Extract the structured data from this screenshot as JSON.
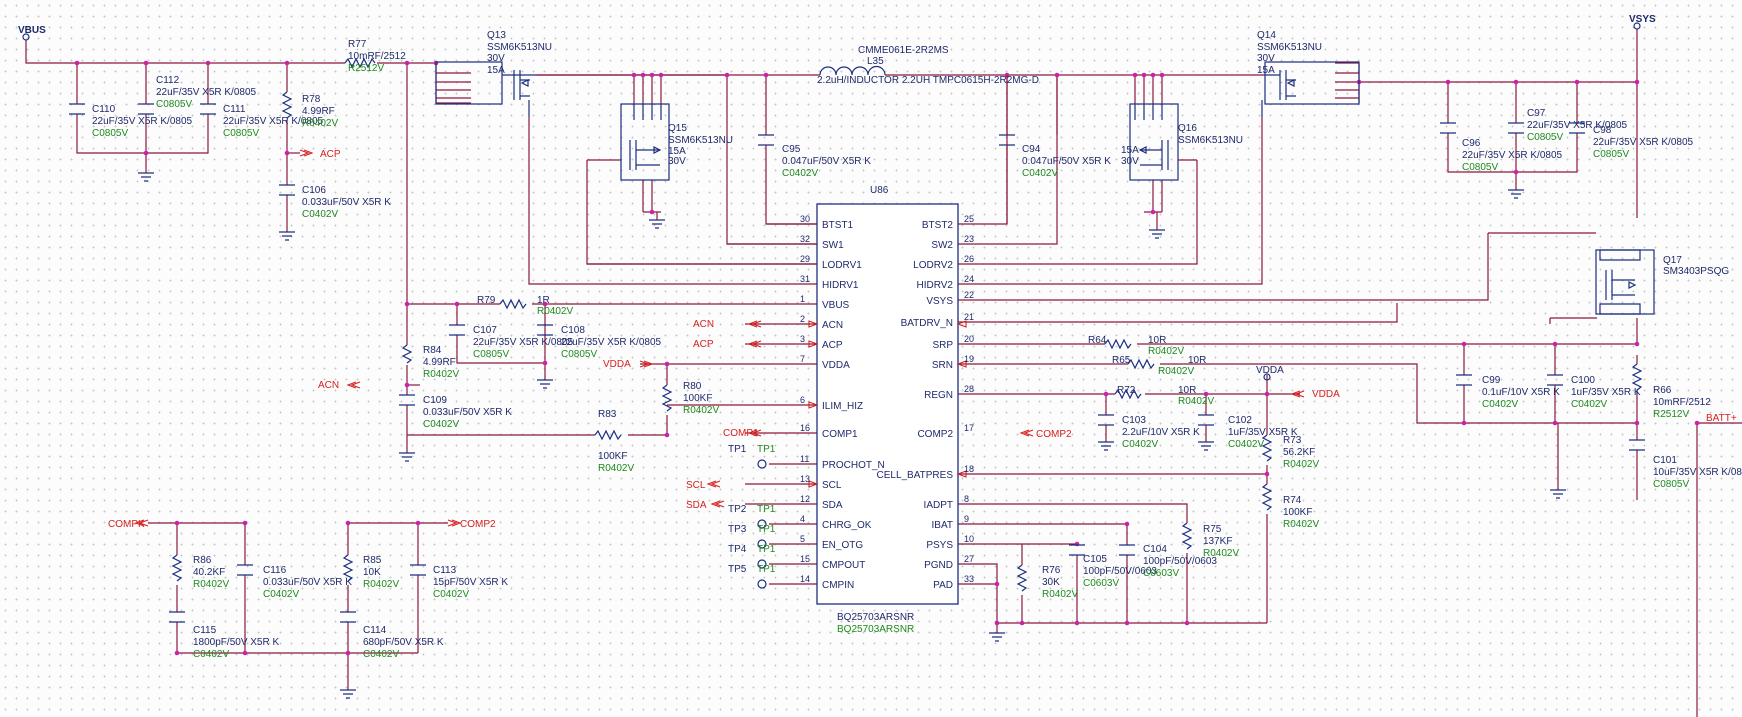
{
  "rails": {
    "vbus": "VBUS",
    "vsys": "VSYS",
    "batt": "BATT+",
    "vdda_top": "VDDA"
  },
  "nets": {
    "acp": "ACP",
    "acn": "ACN",
    "vdda": "VDDA",
    "comp1": "COMP1",
    "comp2": "COMP2",
    "scl": "SCL",
    "sda": "SDA",
    "vdda_right": "VDDA",
    "compk": "COMPK",
    "comp2_bottom": "COMP2",
    "acn_pin": "ACN",
    "acp_pin": "ACP"
  },
  "ic": {
    "ref": "U86",
    "part": "BQ25703ARSNR",
    "part2": "BQ25703ARSNR",
    "left_pins": [
      {
        "num": "30",
        "name": "BTST1"
      },
      {
        "num": "32",
        "name": "SW1"
      },
      {
        "num": "29",
        "name": "LODRV1"
      },
      {
        "num": "31",
        "name": "HIDRV1"
      },
      {
        "num": "1",
        "name": "VBUS"
      },
      {
        "num": "2",
        "name": "ACN"
      },
      {
        "num": "3",
        "name": "ACP"
      },
      {
        "num": "7",
        "name": "VDDA"
      },
      {
        "num": "6",
        "name": "ILIM_HIZ"
      },
      {
        "num": "16",
        "name": "COMP1"
      },
      {
        "num": "11",
        "name": "PROCHOT_N"
      },
      {
        "num": "13",
        "name": "SCL"
      },
      {
        "num": "12",
        "name": "SDA"
      },
      {
        "num": "4",
        "name": "CHRG_OK"
      },
      {
        "num": "5",
        "name": "EN_OTG"
      },
      {
        "num": "15",
        "name": "CMPOUT"
      },
      {
        "num": "14",
        "name": "CMPIN"
      }
    ],
    "right_pins": [
      {
        "num": "25",
        "name": "BTST2"
      },
      {
        "num": "23",
        "name": "SW2"
      },
      {
        "num": "26",
        "name": "LODRV2"
      },
      {
        "num": "24",
        "name": "HIDRV2"
      },
      {
        "num": "22",
        "name": "VSYS"
      },
      {
        "num": "21",
        "name": "BATDRV_N"
      },
      {
        "num": "20",
        "name": "SRP"
      },
      {
        "num": "19",
        "name": "SRN"
      },
      {
        "num": "28",
        "name": "REGN"
      },
      {
        "num": "17",
        "name": "COMP2"
      },
      {
        "num": "18",
        "name": "CELL_BATPRES"
      },
      {
        "num": "8",
        "name": "IADPT"
      },
      {
        "num": "9",
        "name": "IBAT"
      },
      {
        "num": "10",
        "name": "PSYS"
      },
      {
        "num": "27",
        "name": "PGND"
      },
      {
        "num": "33",
        "name": "PAD"
      }
    ]
  },
  "mosfets": {
    "q13": {
      "ref": "Q13",
      "part": "SSM6K513NU",
      "v": "30V",
      "i": "15A"
    },
    "q14": {
      "ref": "Q14",
      "part": "SSM6K513NU",
      "v": "30V",
      "i": "15A"
    },
    "q15": {
      "ref": "Q15",
      "part": "SSM6K513NU",
      "i": "15A",
      "v": "30V"
    },
    "q16": {
      "ref": "Q16",
      "part": "SSM6K513NU",
      "i": "15A",
      "v": "30V"
    },
    "q17": {
      "ref": "Q17",
      "part": "SM3403PSQG"
    }
  },
  "inductor": {
    "part": "CMME061E-2R2MS",
    "ref": "L35",
    "desc": "2.2uH/INDUCTOR 2.2UH TMPC0615H-2R2MG-D"
  },
  "parts": {
    "r77": {
      "ref": "R77",
      "val": "10mRF/2512",
      "fp": "R2512V"
    },
    "c112": {
      "ref": "C112",
      "val": "22uF/35V X5R K/0805",
      "fp": "C0805V"
    },
    "c110": {
      "ref": "C110",
      "val": "22uF/35V X5R K/0805",
      "fp": "C0805V"
    },
    "c111": {
      "ref": "C111",
      "val": "22uF/35V X5R K/0805",
      "fp": "C0805V"
    },
    "r78": {
      "ref": "R78",
      "val": "4.99RF",
      "fp": "R0402V"
    },
    "c106": {
      "ref": "C106",
      "val": "0.033uF/50V X5R K",
      "fp": "C0402V"
    },
    "c95": {
      "ref": "C95",
      "val": "0.047uF/50V X5R K",
      "fp": "C0402V"
    },
    "c94": {
      "ref": "C94",
      "val": "0.047uF/50V X5R K",
      "fp": "C0402V"
    },
    "c96": {
      "ref": "C96",
      "val": "22uF/35V X5R K/0805",
      "fp": "C0805V"
    },
    "c97": {
      "ref": "C97",
      "val": "22uF/35V X5R K/0805",
      "fp": "C0805V"
    },
    "c98": {
      "ref": "C98",
      "val": "22uF/35V X5R K/0805",
      "fp": "C0805V"
    },
    "r79": {
      "ref": "R79",
      "val": "1R",
      "fp": "R0402V"
    },
    "c107": {
      "ref": "C107",
      "val": "22uF/35V X5R K/0805",
      "fp": "C0805V"
    },
    "c108": {
      "ref": "C108",
      "val": "22uF/35V X5R K/0805",
      "fp": "C0805V"
    },
    "r84": {
      "ref": "R84",
      "val": "4.99RF",
      "fp": "R0402V"
    },
    "c109": {
      "ref": "C109",
      "val": "0.033uF/50V X5R K",
      "fp": "C0402V"
    },
    "r80": {
      "ref": "R80",
      "val": "100KF",
      "fp": "R0402V"
    },
    "r83": {
      "ref": "R83",
      "val": "100KF",
      "fp": "R0402V"
    },
    "r64": {
      "ref": "R64",
      "val": "10R",
      "fp": "R0402V"
    },
    "r65": {
      "ref": "R65",
      "val": "10R",
      "fp": "R0402V"
    },
    "r72": {
      "ref": "R72",
      "val": "10R",
      "fp": "R0402V"
    },
    "c99": {
      "ref": "C99",
      "val": "0.1uF/10V X5R K",
      "fp": "C0402V"
    },
    "c100": {
      "ref": "C100",
      "val": "1uF/35V X5R K",
      "fp": "C0402V"
    },
    "r66": {
      "ref": "R66",
      "val": "10mRF/2512",
      "fp": "R2512V"
    },
    "c101": {
      "ref": "C101",
      "val": "10uF/35V X5R K/0805",
      "fp": "C0805V"
    },
    "c103": {
      "ref": "C103",
      "val": "2.2uF/10V X5R K",
      "fp": "C0402V"
    },
    "c102": {
      "ref": "C102",
      "val": "1uF/35V X5R K",
      "fp": "C0402V"
    },
    "r73": {
      "ref": "R73",
      "val": "56.2KF",
      "fp": "R0402V"
    },
    "r74": {
      "ref": "R74",
      "val": "100KF",
      "fp": "R0402V"
    },
    "r75": {
      "ref": "R75",
      "val": "137KF",
      "fp": "R0402V"
    },
    "c105": {
      "ref": "C105",
      "val": "100pF/50V/0603",
      "fp": "C0603V"
    },
    "c104": {
      "ref": "C104",
      "val": "100pF/50V/0603",
      "fp": "C0603V"
    },
    "r76": {
      "ref": "R76",
      "val": "30K",
      "fp": "R0402V"
    },
    "r86": {
      "ref": "R86",
      "val": "40.2KF",
      "fp": "R0402V"
    },
    "c116": {
      "ref": "C116",
      "val": "0.033uF/50V X5R K",
      "fp": "C0402V"
    },
    "r85": {
      "ref": "R85",
      "val": "10K",
      "fp": "R0402V"
    },
    "c113": {
      "ref": "C113",
      "val": "15pF/50V X5R K",
      "fp": "C0402V"
    },
    "c115": {
      "ref": "C115",
      "val": "1800pF/50V X5R K",
      "fp": "C0402V"
    },
    "c114": {
      "ref": "C114",
      "val": "680pF/50V X5R K",
      "fp": "C0402V"
    }
  },
  "testpoints": [
    {
      "ref": "TP1",
      "label": "TP1"
    },
    {
      "ref": "TP2",
      "label": "TP1"
    },
    {
      "ref": "TP3",
      "label": "TP1"
    },
    {
      "ref": "TP4",
      "label": "TP1"
    },
    {
      "ref": "TP5",
      "label": "TP1"
    }
  ]
}
